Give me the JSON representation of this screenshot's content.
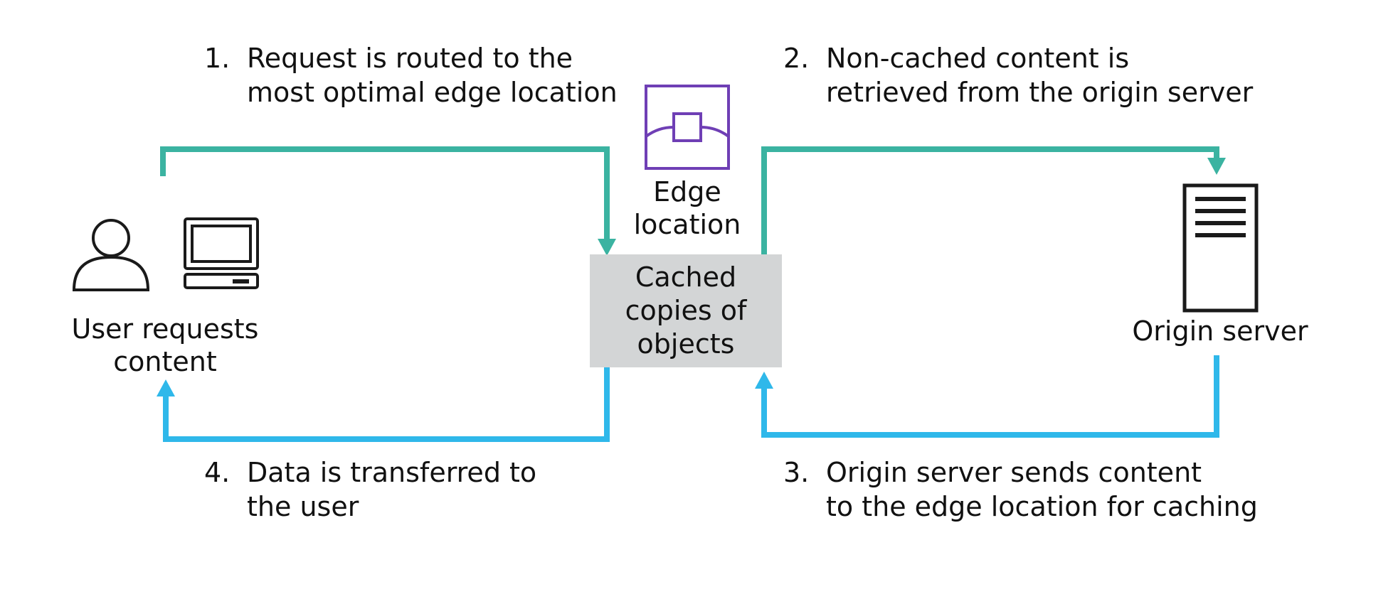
{
  "steps": [
    {
      "number": "1.",
      "lines": [
        "Request is routed to the",
        "most optimal edge location"
      ]
    },
    {
      "number": "2.",
      "lines": [
        "Non-cached content is",
        "retrieved from the origin server"
      ]
    },
    {
      "number": "3.",
      "lines": [
        "Origin server sends content",
        "to the edge location for caching"
      ]
    },
    {
      "number": "4.",
      "lines": [
        "Data is transferred to",
        "the user"
      ]
    }
  ],
  "nodes": {
    "user": {
      "lines": [
        "User requests",
        "content"
      ],
      "icons": [
        "user-icon",
        "computer-icon"
      ]
    },
    "edge": {
      "lines": [
        "Edge",
        "location"
      ],
      "icon": "edge-location-icon"
    },
    "cache": {
      "lines": [
        "Cached",
        "copies of",
        "objects"
      ]
    },
    "origin": {
      "label": "Origin server",
      "icon": "server-icon"
    }
  },
  "colors": {
    "request_arrow": "#3bb3a1",
    "response_arrow": "#2fb8ea",
    "edge_icon": "#6f3fb5",
    "cache_box": "#d3d5d6",
    "icon_stroke": "#1a1a1a"
  }
}
